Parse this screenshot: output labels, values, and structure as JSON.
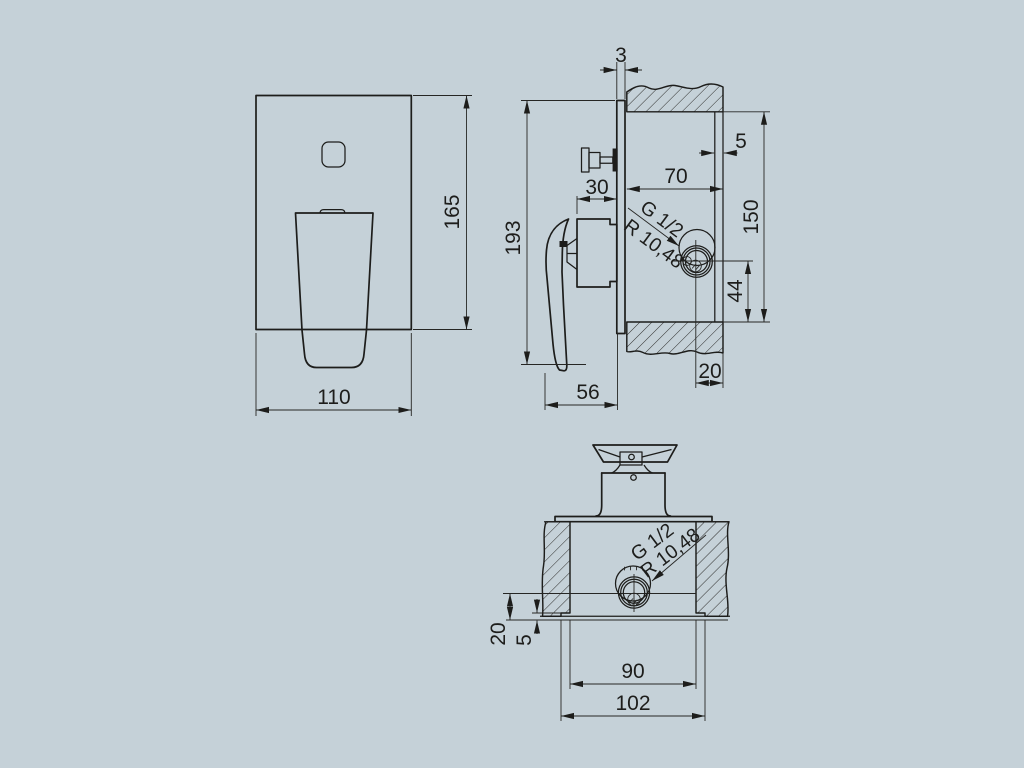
{
  "drawing": {
    "type": "technical-installation-drawing",
    "subject": "concealed-single-lever-mixer-valve",
    "colors": {
      "background": "#c5d1d8",
      "line": "#1d1d1b"
    },
    "views": {
      "front": {
        "dim_plate_width": "110",
        "dim_plate_height": "165"
      },
      "side": {
        "dim_plate_thickness": "3",
        "dim_step_depth": "5",
        "dim_wall_depth": "70",
        "dim_opening_height": "150",
        "dim_body_depth": "30",
        "dim_total_height": "193",
        "dim_center_to_opening": "44",
        "dim_handle_depth": "56",
        "dim_recess_depth": "20",
        "label_thread": "G 1/2",
        "label_radius": "R 10,48"
      },
      "top": {
        "dim_recess_depth": "20",
        "dim_step_depth": "5",
        "dim_opening_width": "90",
        "dim_outer_width": "102",
        "label_thread": "G 1/2",
        "label_radius": "R 10,48"
      }
    }
  }
}
